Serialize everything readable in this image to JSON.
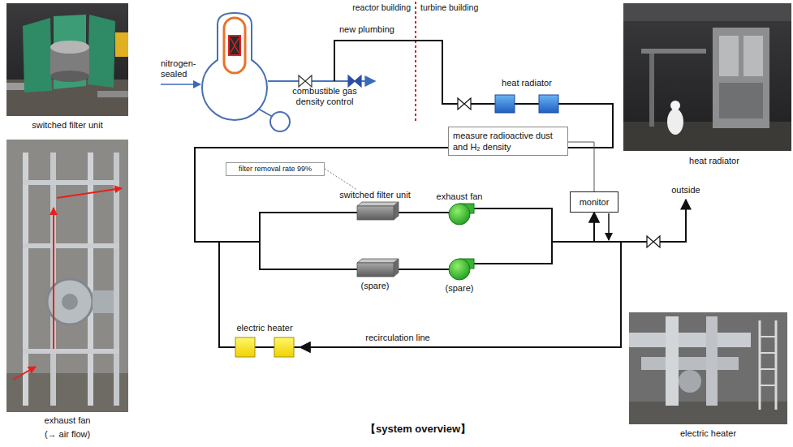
{
  "diagram": {
    "caption": "【system overview】",
    "nodes": [
      {
        "text": [
          "heat radiator"
        ]
      },
      {
        "text": [
          "measure radioactive dust and H₂ density"
        ]
      },
      {
        "text": [
          "filter removal rate 99%"
        ]
      },
      {
        "text": [
          "switched filter unit"
        ]
      },
      {
        "text": [
          "exhaust fan"
        ]
      },
      {
        "text": [
          "monitor"
        ]
      },
      {
        "text": [
          "(spare)"
        ]
      },
      {
        "text": [
          "(spare)"
        ]
      },
      {
        "text": [
          "electric heater"
        ]
      }
    ],
    "edges": [
      {
        "from": 0,
        "to": 3,
        "arrow": "none"
      },
      {
        "from": 0,
        "to": 6,
        "arrow": "none"
      },
      {
        "from": 1,
        "to": 5,
        "arrow": "none"
      },
      {
        "from": 2,
        "to": 3,
        "arrow": "none"
      },
      {
        "from": 3,
        "to": 4,
        "arrow": "none"
      },
      {
        "from": 6,
        "to": 7,
        "arrow": "none"
      },
      {
        "from": 4,
        "to": 5,
        "arrow": "to"
      },
      {
        "from": 7,
        "to": 5,
        "arrow": "to"
      },
      {
        "from": 4,
        "to": 8,
        "arrow": "to"
      },
      {
        "from": 7,
        "to": 8,
        "arrow": "to"
      },
      {
        "from": 8,
        "to": 3,
        "arrow": "none"
      },
      {
        "from": 8,
        "to": 6,
        "arrow": "none"
      }
    ],
    "labels": [
      "reactor building",
      "turbine building",
      "new plumbing",
      "nitrogen-sealed",
      "combustible gas density control",
      "outside",
      "recirculation line",
      "switched filter unit",
      "exhaust fan",
      "(→ air flow)",
      "heat radiator",
      "electric heater"
    ]
  }
}
